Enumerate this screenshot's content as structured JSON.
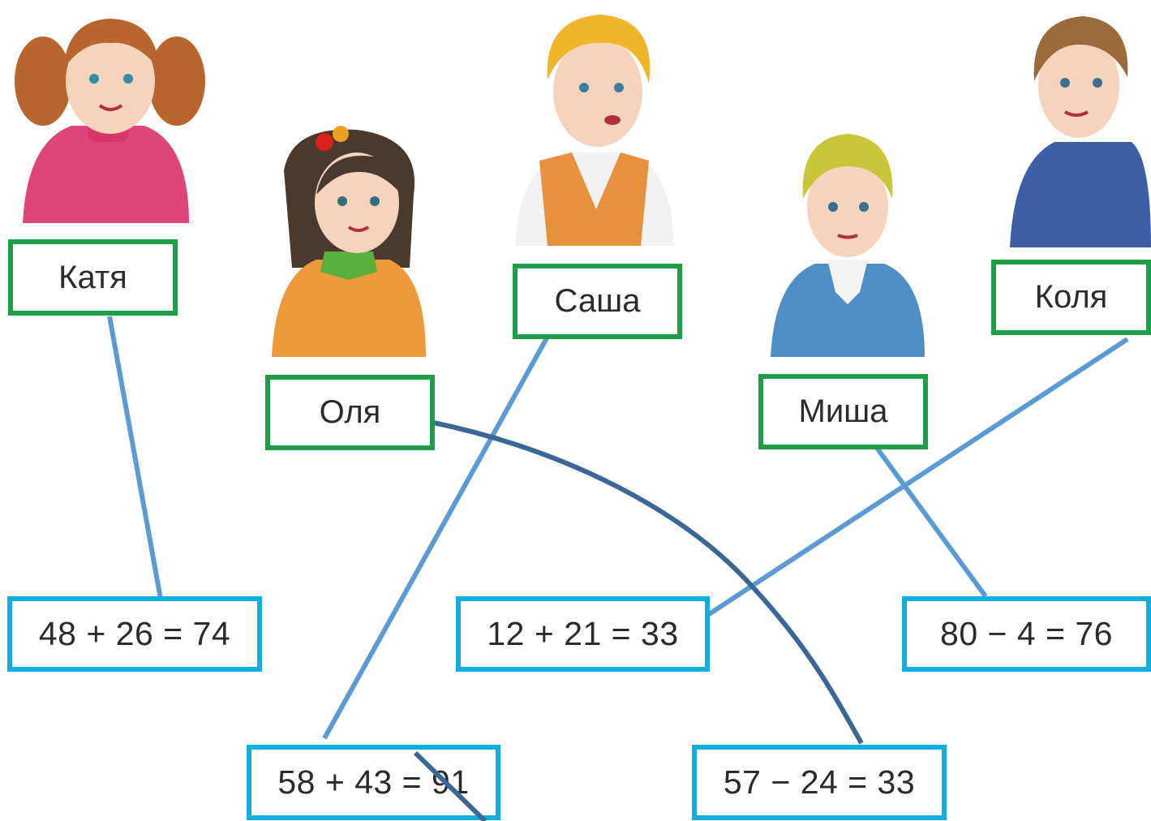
{
  "names": {
    "katya": "Катя",
    "olya": "Оля",
    "sasha": "Саша",
    "misha": "Миша",
    "kolya": "Коля"
  },
  "equations": {
    "eq1": "48 + 26 = 74",
    "eq2": "12 + 21 = 33",
    "eq3": "80 − 4 = 76",
    "eq4": "58 + 43 = 91",
    "eq5": "57 − 24 = 33"
  },
  "colors": {
    "name_border": "#1e9e47",
    "equation_border": "#12aee0",
    "line_light": "#5b9bd5",
    "line_dark": "#3a6796"
  }
}
